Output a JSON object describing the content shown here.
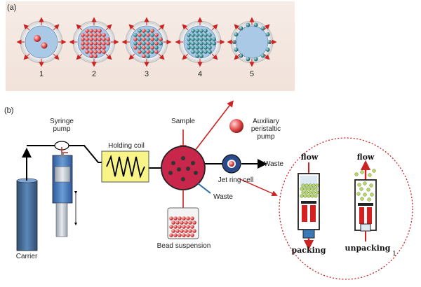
{
  "panel_a": {
    "label": "(a)",
    "steps": [
      "1",
      "2",
      "3",
      "4",
      "5"
    ]
  },
  "panel_b": {
    "label": "(b)",
    "syringe_pump": "Syringe\npump",
    "holding_coil": "Holding coil",
    "sample": "Sample",
    "auxiliary_pump": "Auxiliary\nperistaltic\npump",
    "waste_top": "Waste",
    "waste_valve": "Waste",
    "jet_ring_cell": "Jet ring cell",
    "carrier": "Carrier",
    "bead_suspension": "Bead suspension"
  },
  "inset": {
    "flow_left": "flow",
    "flow_right": "flow",
    "packing": "packing",
    "unpacking": "unpacking",
    "footnote": "1"
  },
  "colors": {
    "panel_bg": "#f3e6df",
    "accent_red": "#cc2222",
    "valve_red": "#c8264a",
    "coil_yellow": "#f8f488",
    "syringe_blue": "#3a6fb0",
    "bead_green": "#b8d86a"
  }
}
